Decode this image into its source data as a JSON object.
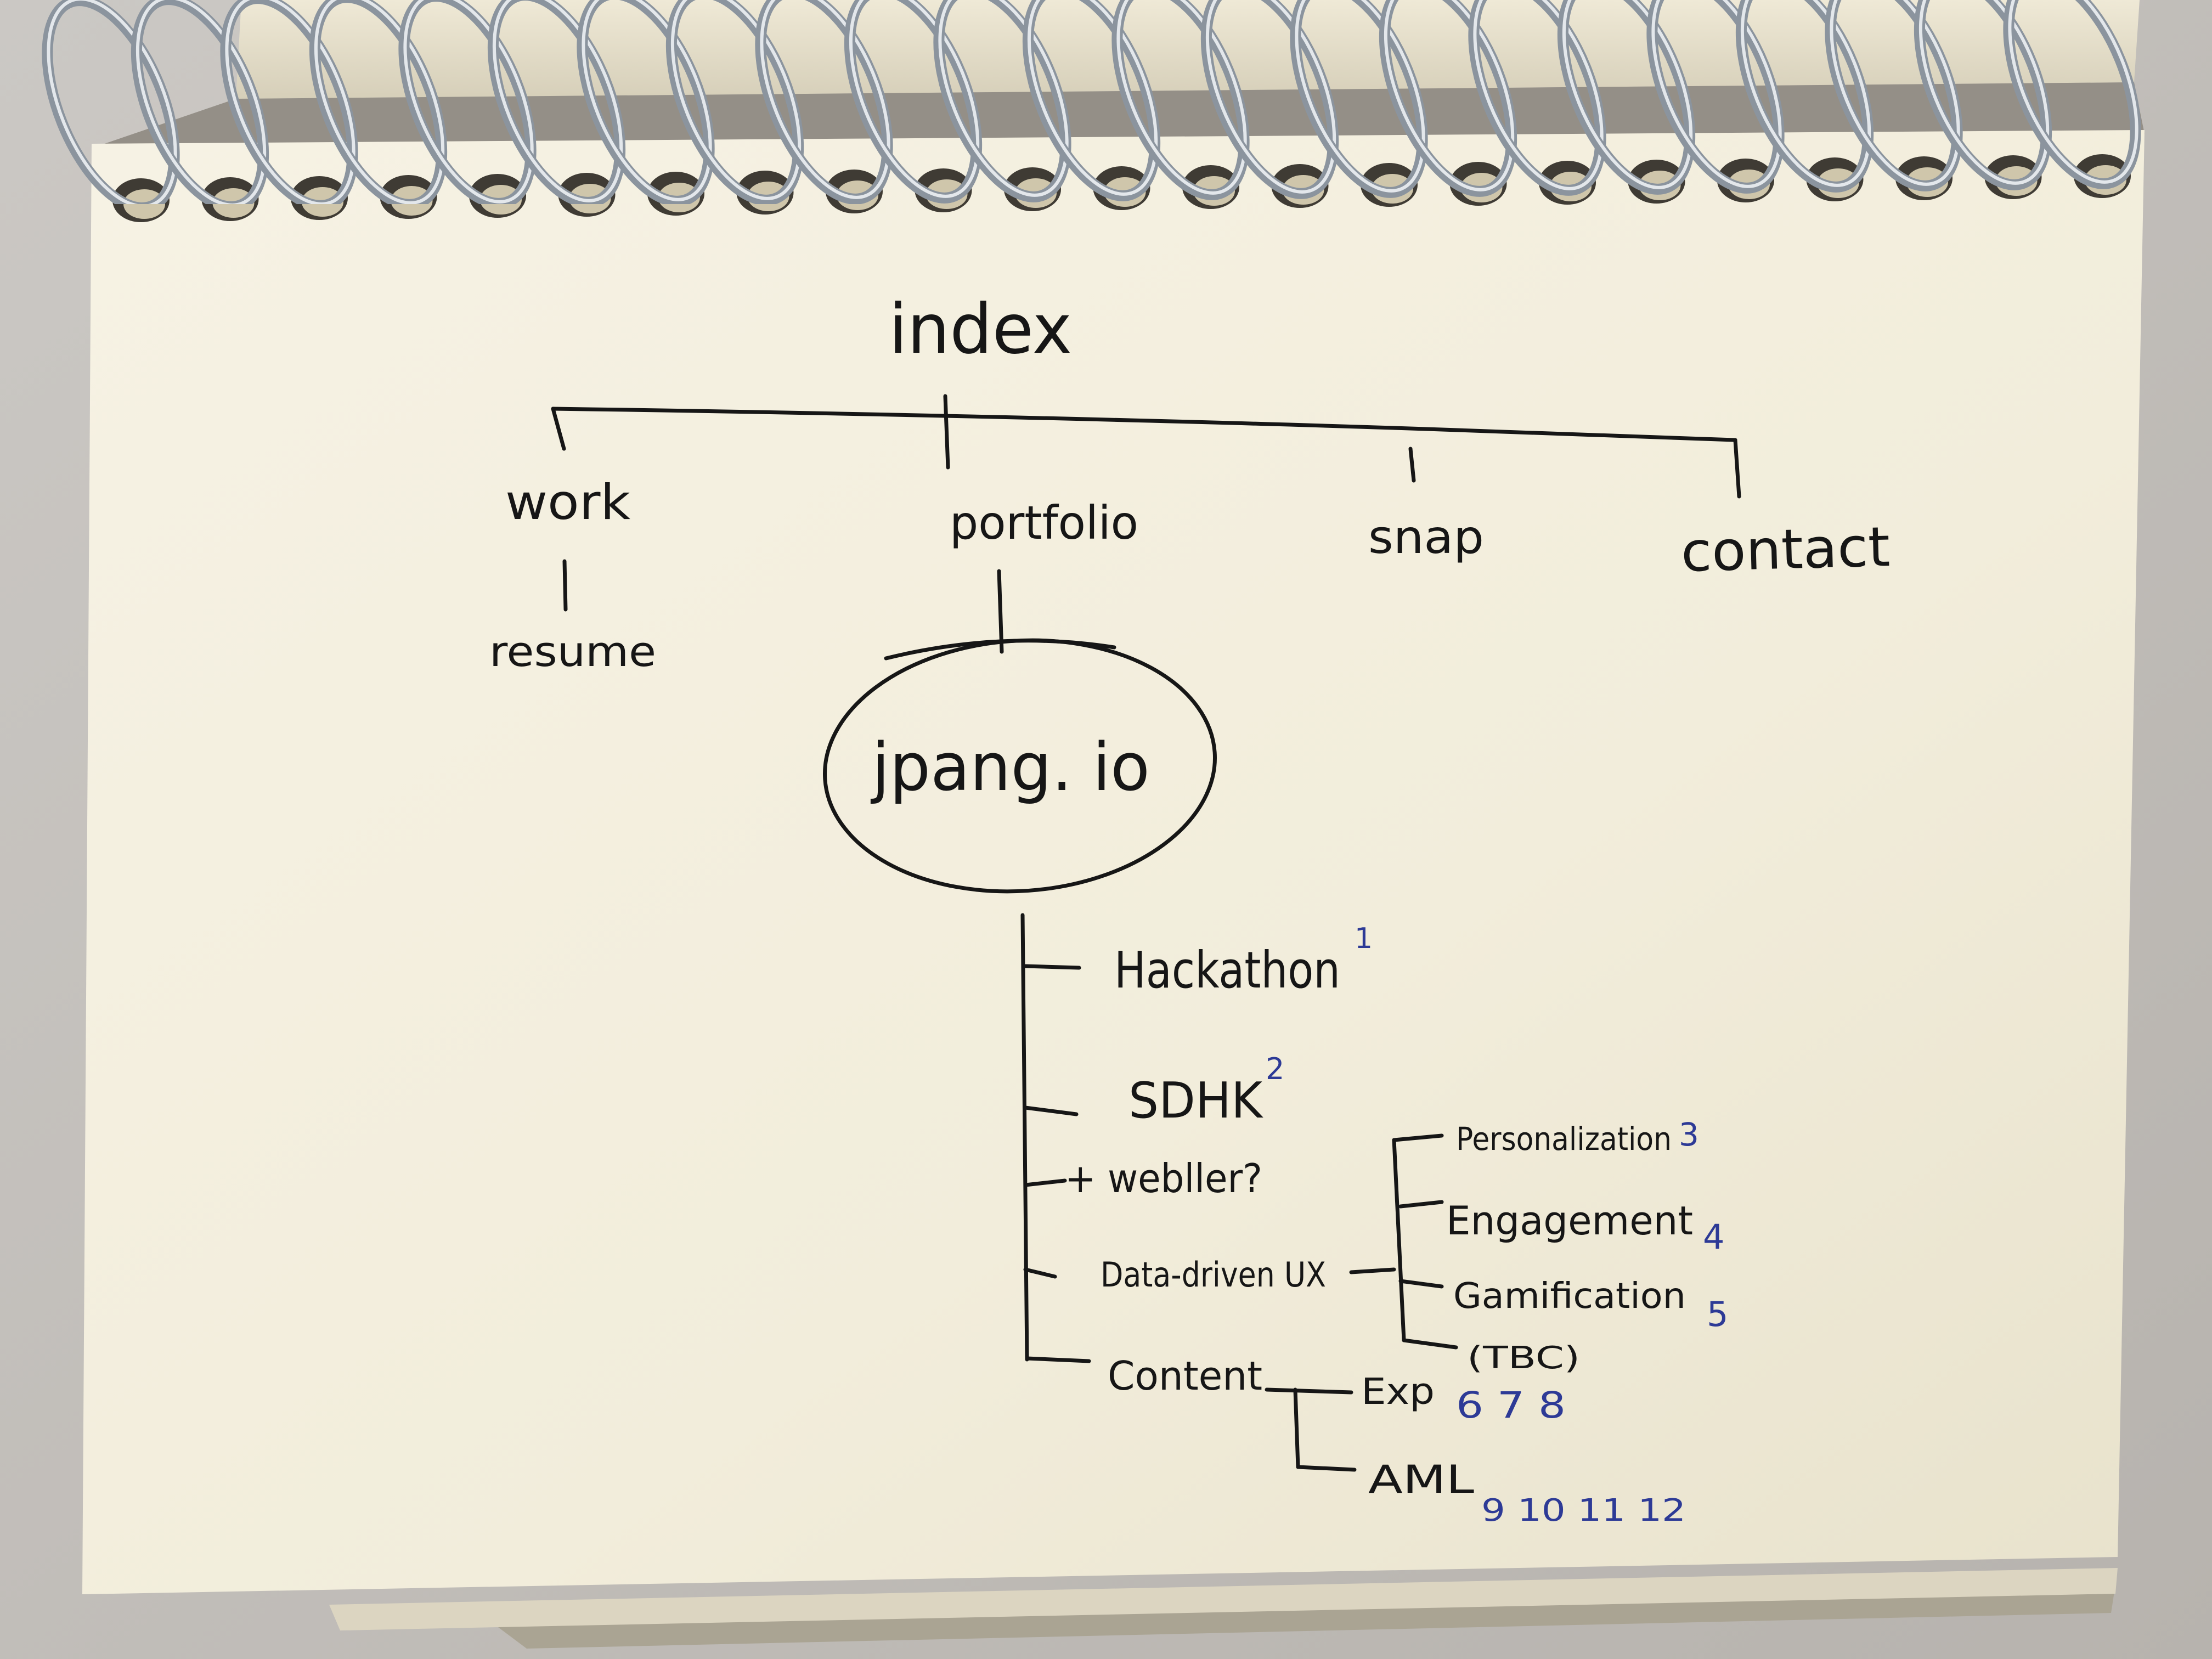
{
  "colors": {
    "desk": "#c4c1bd",
    "paper": "#f4f0e1",
    "ink": "#161616",
    "blue_ink": "#2d3a96",
    "ring": "#8b949e"
  },
  "sitemap": {
    "root": "index",
    "sections": [
      "work",
      "portfolio",
      "snap",
      "contact"
    ],
    "work_children": [
      "resume"
    ],
    "portfolio_hub": "jpang. io",
    "projects": [
      {
        "label": "Hackathon",
        "page": "1"
      },
      {
        "label": "SDHK",
        "page": "2"
      },
      {
        "label": "+ webller?"
      },
      {
        "label": "Data-driven UX"
      },
      {
        "label": "Content"
      }
    ],
    "data_driven_ux": [
      {
        "label": "Personalization",
        "page": "3"
      },
      {
        "label": "Engagement",
        "page": "4"
      },
      {
        "label": "Gamification",
        "page": "5"
      },
      {
        "label": "(TBC)"
      }
    ],
    "content": [
      {
        "label": "Exp",
        "pages": "6 7 8"
      },
      {
        "label": "AML",
        "pages": "9 10 11 12"
      }
    ]
  }
}
